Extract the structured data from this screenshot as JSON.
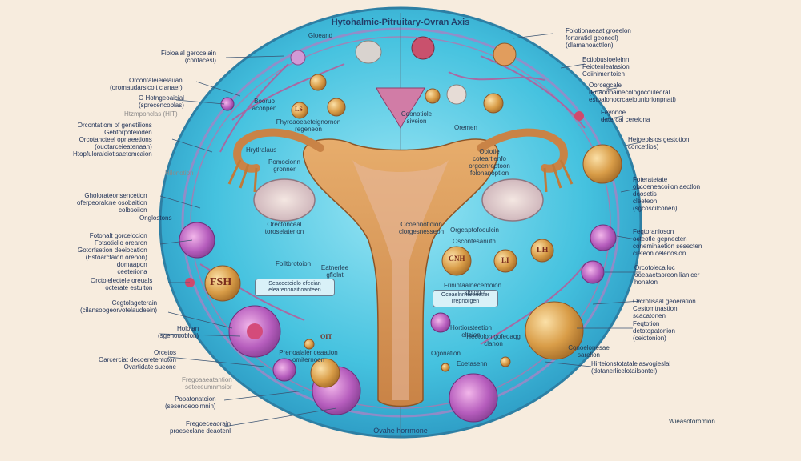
{
  "title": "Hytohalmic-Pitruitary-Ovran Axis",
  "bottom_label": "Ovahe horrmone",
  "hormones": {
    "fsh": "FSH",
    "gnh": "GNH",
    "lh": "LH",
    "li": "LI",
    "b": "LS",
    "oiti": "OIT"
  },
  "left_labels": [
    "Fibioaial gerocelain\n(contacesl)",
    "Orcontaleieielauan\n(oromaudarsicolt clanaer)",
    "O Hotngeoaicial\n(sprecencoblas)",
    "Htzmponclas (HIT)",
    "Orcontatiom of genetilions\nGebtorpoteioden\nOrcotancteel opriaeetions\n(ouotarceieatenaan)\nHtopfuloraleiotisaetomcaion",
    "Hilonotion",
    "Gholorateonsencetion\noferpeoralcne osobaition\ncolbsoiion",
    "Onglostons",
    "Fotonalt gorcelocion\nFotsoticlio orearon\nGotorfsetion deeiocation\n(Estoarctaion orenon)\ndomaapon\nceeteriona",
    "Orctolelectele oreuals\nocterate estuiton",
    "Cegtolageterain\n(cilansoogeorvotelaudeein)",
    "Holoian\n(sgenouoblon)",
    "Orcetos\nOarcerciat decoeretentoton\nOvartidate sueone",
    "Fregoaaeatantion\nseteceumnmsior",
    "Popatonatoion\n(sesenoeoolmnin)",
    "Fregoeceaorain\nproeseclanc deaotenl"
  ],
  "right_labels": [
    "Foiotionaeaat groeelon\nfortaraticl geoncel)\n(dlamanoacttlon)",
    "Ectiobusioeleinn\nFeiotenleatasion\nCoiinimentoien",
    "Oorcegcale\n(Frtaodoainecologocouleoral\nestoalonocrcaeiouniorionpnatl)",
    "Feyonoe\ndatercal cereiona",
    "Hetoeplsios gestotion\nconcetlios)",
    "Foteratetate\nobcoeneacoilon aectlon\ndeosetis\ncleeteon\n(sgcoscilconen)",
    "Feqtoranioson\nocteotle gepnecten\nconeminaetion sesecten\ncieteon celenoslon",
    "Orcotolecailoc\nooeaaetaoreon lianlcer\nhonaton",
    "Orcrotisaal geoeration\nCestomtnastion\nscacatonen",
    "Feqtotion\ndetotopatonion\n(ceiotonion)",
    "Hirteionstotatalelasvogieslal\n(dotanerlicelotailsontel)"
  ],
  "inner_labels": [
    "Gloeand",
    "Booruo\naconpen",
    "Fhyroaoeaeteignornon\nregeneon",
    "Coonotiole\nsiveion",
    "Oremen",
    "Hrytlralaus",
    "Pomocionn\ngronner",
    "Ooiotie\ncoteartienfo\norgcenreptoon\nfolonanoption",
    "Ocoennotioion\nclorgesnesseon",
    "Orgeaptofooulcin",
    "Oscontesanuth",
    "Orectonceal\ntoroselaterion",
    "Folltbrotoion",
    "Eatnerlee\ngfiolnt",
    "Prenoalaler ceaation\nomiternoon",
    "Frinintaalnecemoion\nslgion",
    "Ogonation",
    "Eoetasenn",
    "Hortiorsteetion\nelteion",
    "Heotolon gofeoaqg\nclanon",
    "Conoelonesae\nsarelion",
    "Wieasotoromion"
  ],
  "boxes": [
    "Seacoeteielo efeeian\nelearenonaitioanteen",
    "Oceaelnrnerenetfer\nrrepnorgen"
  ],
  "colors": {
    "background": "#f7ecde",
    "circle_fill": "#3ec0de",
    "uterus": "#d79a5b",
    "vessel": "#b85a98",
    "follicle": "#b066b4",
    "hormone_ball": "#d9a454",
    "text": "#1d2f55"
  }
}
